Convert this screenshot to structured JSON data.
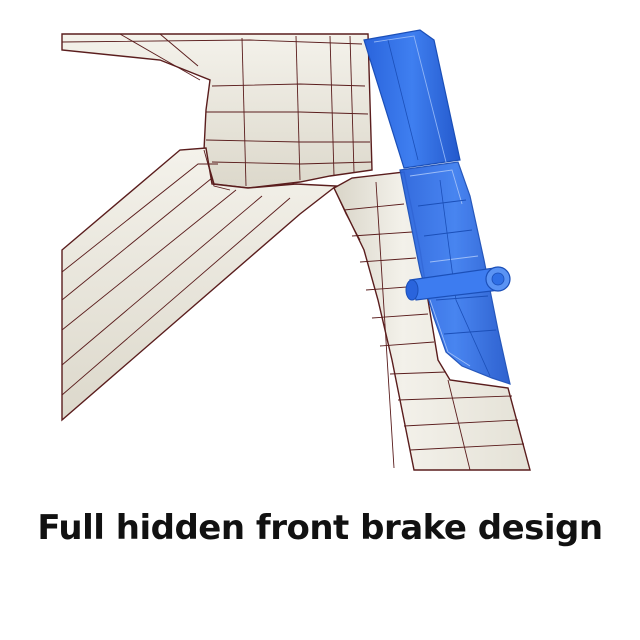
{
  "caption": "Full hidden front brake design",
  "colors": {
    "frame_fill": "#f1efe7",
    "frame_shade": "#e2dfd4",
    "outline": "#5a1d1d",
    "brake_fill": "#2f6fe6",
    "brake_light": "#4f8df2",
    "brake_dark": "#1b4fb8",
    "text": "#111111"
  },
  "icons": {
    "frame": "bicycle-frame-wireframe",
    "brake": "hidden-front-brake-module"
  }
}
